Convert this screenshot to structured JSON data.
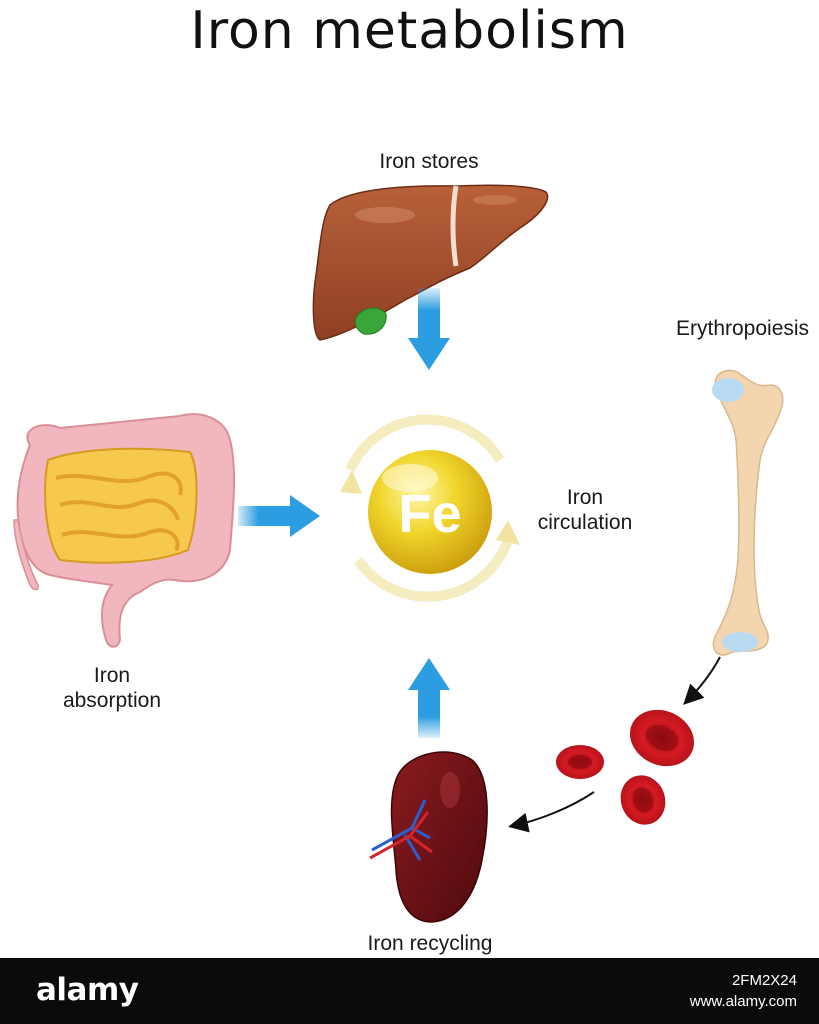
{
  "title": "Iron metabolism",
  "labels": {
    "stores": "Iron stores",
    "erythropoiesis": "Erythropoiesis",
    "circulation_line1": "Iron",
    "circulation_line2": "circulation",
    "absorption_line1": "Iron",
    "absorption_line2": "absorption",
    "recycling": "Iron recycling",
    "fe": "Fe"
  },
  "footer": {
    "brand": "alamy",
    "image_id": "2FM2X24",
    "site": "www.alamy.com"
  },
  "colors": {
    "arrow_blue": "#2b9de0",
    "liver": "#a8502f",
    "gallbladder": "#3aa53a",
    "fe_gold": "#e3c21b",
    "blood_red": "#c2141c",
    "bone": "#f3d6b0",
    "spleen": "#6e1014",
    "intestine_pink": "#f2b7be",
    "small_intestine": "#f6c84e"
  },
  "icons": [
    "liver-icon",
    "intestine-icon",
    "fe-sphere-icon",
    "bone-icon",
    "red-blood-cell-icon",
    "spleen-icon"
  ]
}
